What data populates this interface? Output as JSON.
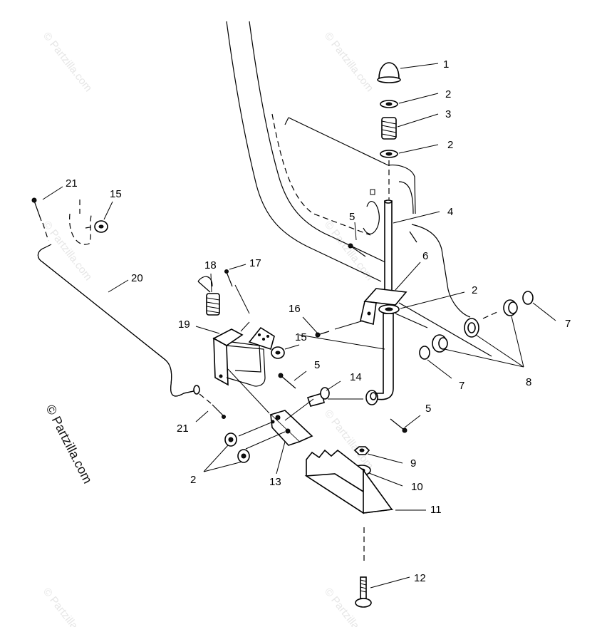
{
  "watermarks": {
    "small": "© Partzilla.com",
    "large": "© Partzilla.com"
  },
  "callouts": {
    "c1": "1",
    "c2a": "2",
    "c3": "3",
    "c2b": "2",
    "c4": "4",
    "c5a": "5",
    "c6": "6",
    "c2c": "2",
    "c7a": "7",
    "c8": "8",
    "c7b": "7",
    "c16": "16",
    "c15a": "15",
    "c5b": "5",
    "c14": "14",
    "c5c": "5",
    "c9": "9",
    "c10": "10",
    "c11": "11",
    "c12": "12",
    "c13": "13",
    "c2d": "2",
    "c21a": "21",
    "c15b": "15",
    "c20": "20",
    "c18": "18",
    "c17": "17",
    "c19": "19",
    "c21b": "21"
  }
}
